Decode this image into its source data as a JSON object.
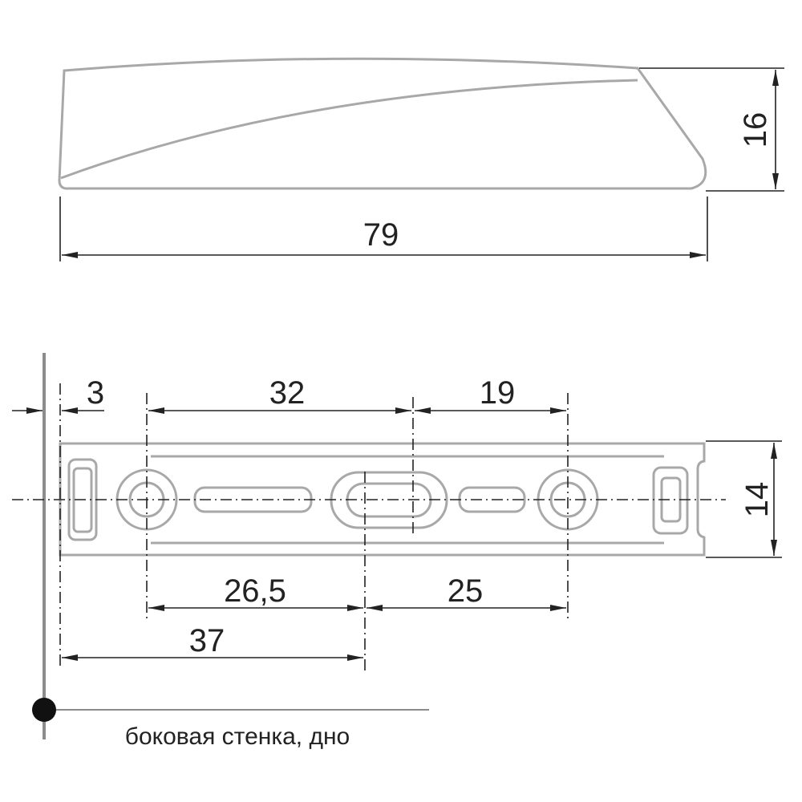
{
  "top_view": {
    "length_label": "79",
    "height_label": "16"
  },
  "bottom_view": {
    "offset_label": "3",
    "spacing_32_label": "32",
    "spacing_19_label": "19",
    "spacing_26_5_label": "26,5",
    "spacing_25_label": "25",
    "spacing_37_label": "37",
    "width_label": "14",
    "mount_label": "боковая стенка, дно"
  },
  "colors": {
    "part_outline": "#a8a8a8",
    "dimension": "#222222"
  }
}
